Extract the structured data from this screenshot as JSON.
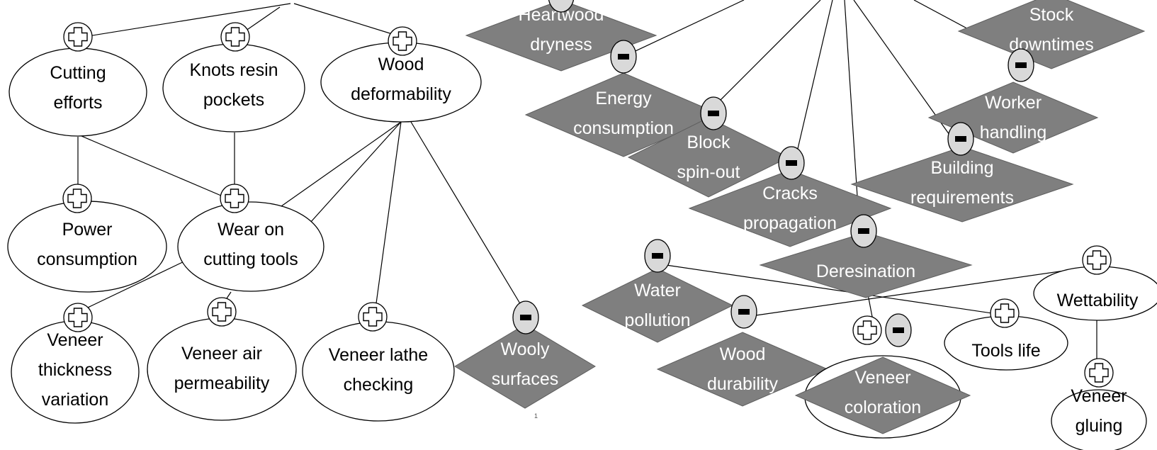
{
  "nodes": [
    {
      "id": "cutting",
      "label": [
        "Cutting",
        "efforts"
      ],
      "shape": "oval",
      "badge": "plus"
    },
    {
      "id": "knots",
      "label": [
        "Knots resin",
        "pockets"
      ],
      "shape": "oval",
      "badge": "plus"
    },
    {
      "id": "wooddef",
      "label": [
        "Wood",
        "deformability"
      ],
      "shape": "oval",
      "badge": "plus"
    },
    {
      "id": "power",
      "label": [
        "Power",
        "consumption"
      ],
      "shape": "oval",
      "badge": "plus"
    },
    {
      "id": "wear",
      "label": [
        "Wear on",
        "cutting tools"
      ],
      "shape": "oval",
      "badge": "plus"
    },
    {
      "id": "thickness",
      "label": [
        "Veneer",
        "thickness",
        "variation"
      ],
      "shape": "oval",
      "badge": "plus"
    },
    {
      "id": "airperm",
      "label": [
        "Veneer air",
        "permeability"
      ],
      "shape": "oval",
      "badge": "plus"
    },
    {
      "id": "lathe",
      "label": [
        "Veneer lathe",
        "checking"
      ],
      "shape": "oval",
      "badge": "plus"
    },
    {
      "id": "wooly",
      "label": [
        "Wooly",
        "surfaces"
      ],
      "shape": "diamond",
      "badge": "minus"
    },
    {
      "id": "heartwood",
      "label": [
        "Heartwood",
        "dryness"
      ],
      "shape": "diamond",
      "badge": "none"
    },
    {
      "id": "energy",
      "label": [
        "Energy",
        "consumption"
      ],
      "shape": "diamond",
      "badge": "minus"
    },
    {
      "id": "block",
      "label": [
        "Block",
        "spin-out"
      ],
      "shape": "diamond",
      "badge": "minus"
    },
    {
      "id": "cracks",
      "label": [
        "Cracks",
        "propagation"
      ],
      "shape": "diamond",
      "badge": "minus"
    },
    {
      "id": "stock",
      "label": [
        "Stock",
        "downtimes"
      ],
      "shape": "diamond",
      "badge": "none"
    },
    {
      "id": "worker",
      "label": [
        "Worker",
        "handling"
      ],
      "shape": "diamond",
      "badge": "minus"
    },
    {
      "id": "building",
      "label": [
        "Building",
        "requirements"
      ],
      "shape": "diamond",
      "badge": "minus"
    },
    {
      "id": "deresination",
      "label": [
        "Deresination"
      ],
      "shape": "diamond",
      "badge": "minus"
    },
    {
      "id": "water",
      "label": [
        "Water",
        "pollution"
      ],
      "shape": "diamond",
      "badge": "minus"
    },
    {
      "id": "durability",
      "label": [
        "Wood",
        "durability"
      ],
      "shape": "diamond",
      "badge": "minus"
    },
    {
      "id": "coloration",
      "label": [
        "Veneer",
        "coloration"
      ],
      "shape": "diamond",
      "badge": "plus-minus"
    },
    {
      "id": "toolslife",
      "label": [
        "Tools life"
      ],
      "shape": "oval",
      "badge": "plus"
    },
    {
      "id": "wettability",
      "label": [
        "Wettability"
      ],
      "shape": "oval",
      "badge": "plus"
    },
    {
      "id": "gluing",
      "label": [
        "Veneer",
        "gluing"
      ],
      "shape": "oval",
      "badge": "plus"
    }
  ],
  "edges": [
    [
      "top_left_hub",
      "cutting"
    ],
    [
      "top_left_hub",
      "knots"
    ],
    [
      "top_left_hub",
      "wooddef"
    ],
    [
      "cutting",
      "power"
    ],
    [
      "cutting",
      "wear"
    ],
    [
      "knots",
      "wear"
    ],
    [
      "wooddef",
      "wear"
    ],
    [
      "wooddef",
      "lathe"
    ],
    [
      "wooddef",
      "wooly"
    ],
    [
      "wear",
      "thickness"
    ],
    [
      "wear",
      "airperm"
    ],
    [
      "top_right_hub",
      "energy"
    ],
    [
      "top_right_hub",
      "block"
    ],
    [
      "top_right_hub",
      "cracks"
    ],
    [
      "top_right_hub",
      "deresination"
    ],
    [
      "top_right_hub",
      "building"
    ],
    [
      "top_right_hub",
      "worker"
    ],
    [
      "deresination",
      "coloration"
    ],
    [
      "water",
      "toolslife"
    ],
    [
      "durability",
      "wettability"
    ],
    [
      "wettability",
      "gluing"
    ]
  ],
  "badge_symbols": {
    "plus": "plus-icon",
    "minus": "minus-icon"
  },
  "colors": {
    "diamond_fill": "#7f7f7f",
    "oval_fill": "#ffffff",
    "minus_badge_fill": "#d9d9d9",
    "line": "#000000"
  },
  "page_number": "1"
}
